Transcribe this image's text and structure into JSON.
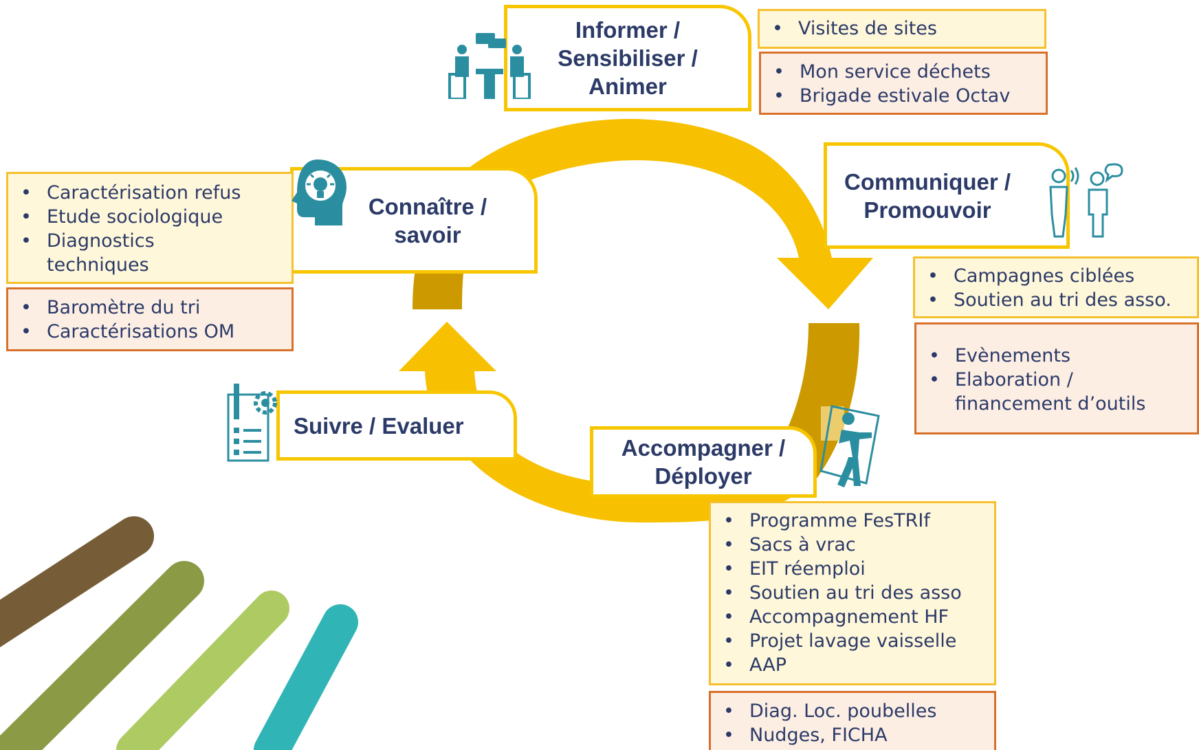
{
  "colors": {
    "arrow_gold": "#f7c000",
    "arrow_dark": "#cc9a00",
    "title_navy": "#2b3a67",
    "icon_teal": "#2b8ea0",
    "yellow_fill": "#fff7da",
    "yellow_border": "#f6c02d",
    "orange_fill": "#fdeee4",
    "orange_border": "#d9702a",
    "stroke_brown": "#765d37",
    "stroke_olive": "#8a9a45",
    "stroke_lightgreen": "#aecb63",
    "stroke_teal": "#31b4b5"
  },
  "stages": {
    "informer": {
      "title": "Informer /\nSensibiliser /\nAnimer",
      "icon": "meeting-icon"
    },
    "communiquer": {
      "title": "Communiquer /\nPromouvoir",
      "icon": "speaking-people-icon"
    },
    "accompagner": {
      "title": "Accompagner /\nDéployer",
      "icon": "person-carrying-panel-icon"
    },
    "suivre": {
      "title": "Suivre / Evaluer",
      "icon": "checklist-gear-icon"
    },
    "connaitre": {
      "title": "Connaître /\nsavoir",
      "icon": "head-lightbulb-icon"
    }
  },
  "lists": {
    "informer_current": [
      "Visites de sites"
    ],
    "informer_planned": [
      "Mon service déchets",
      "Brigade estivale Octav"
    ],
    "connaitre_current": [
      "Caractérisation refus",
      "Etude sociologique",
      "Diagnostics\ntechniques"
    ],
    "connaitre_planned": [
      "Baromètre du tri",
      "Caractérisations OM"
    ],
    "communiquer_current": [
      "Campagnes ciblées",
      "Soutien au tri des asso."
    ],
    "communiquer_planned": [
      "Evènements",
      "Elaboration /\nfinancement d’outils"
    ],
    "accompagner_current": [
      "Programme FesTRIf",
      "Sacs à vrac",
      "EIT réemploi",
      "Soutien au tri des asso",
      "Accompagnement HF",
      "Projet lavage vaisselle",
      "AAP"
    ],
    "accompagner_planned": [
      "Diag. Loc. poubelles",
      "Nudges, FICHA"
    ]
  }
}
